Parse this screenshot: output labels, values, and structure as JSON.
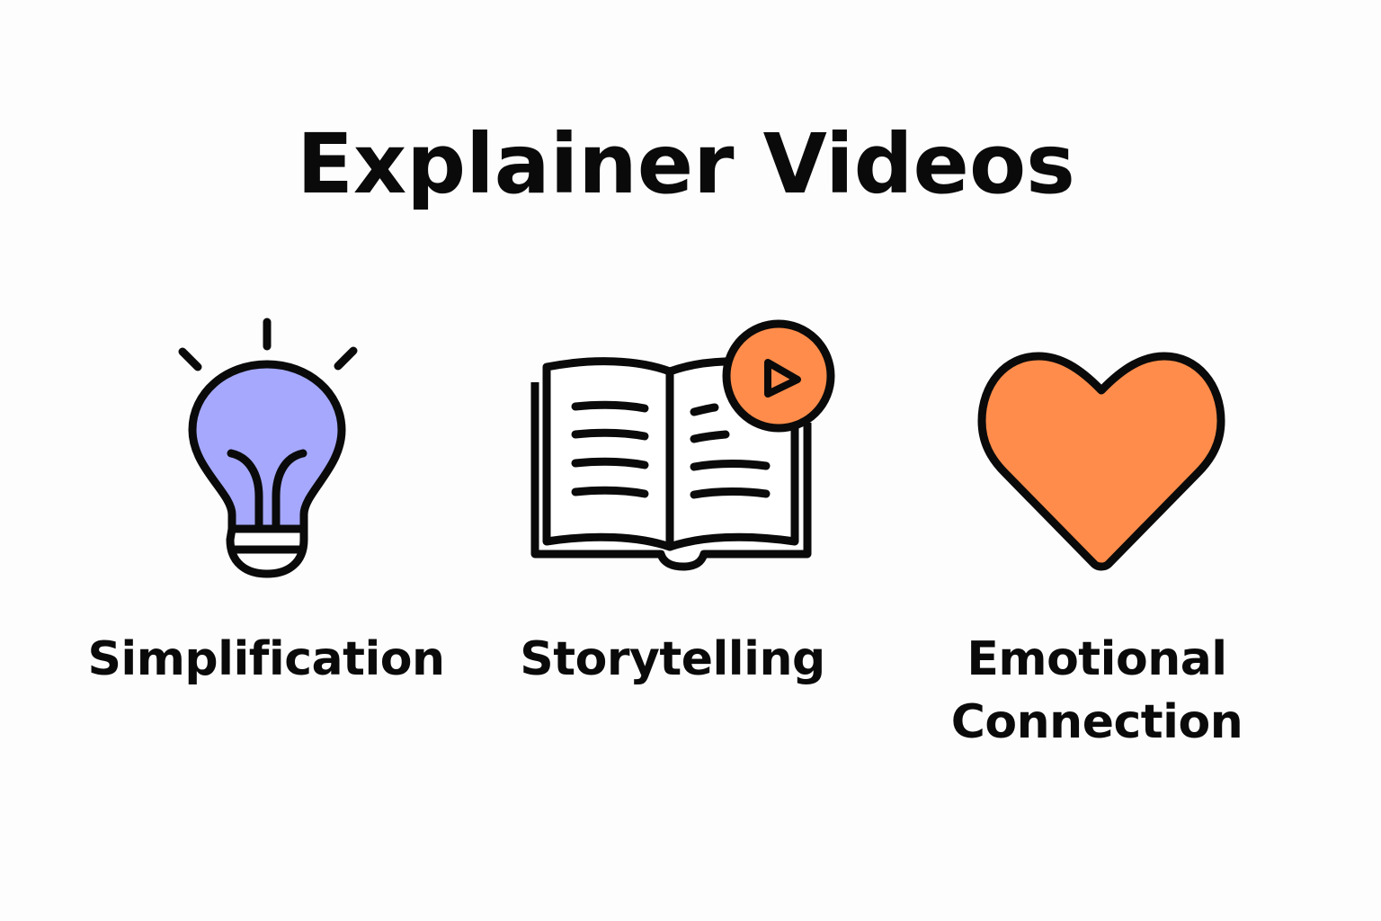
{
  "title": "Explainer Videos",
  "colors": {
    "background": "#fdfdfd",
    "outline": "#0a0a0a",
    "bulb_fill": "#a5a8fc",
    "accent_orange": "#ff8c4a"
  },
  "items": [
    {
      "icon": "lightbulb-icon",
      "label": "Simplification"
    },
    {
      "icon": "book-play-icon",
      "label": "Storytelling"
    },
    {
      "icon": "heart-icon",
      "label_line1": "Emotional",
      "label_line2": "Connection"
    }
  ]
}
